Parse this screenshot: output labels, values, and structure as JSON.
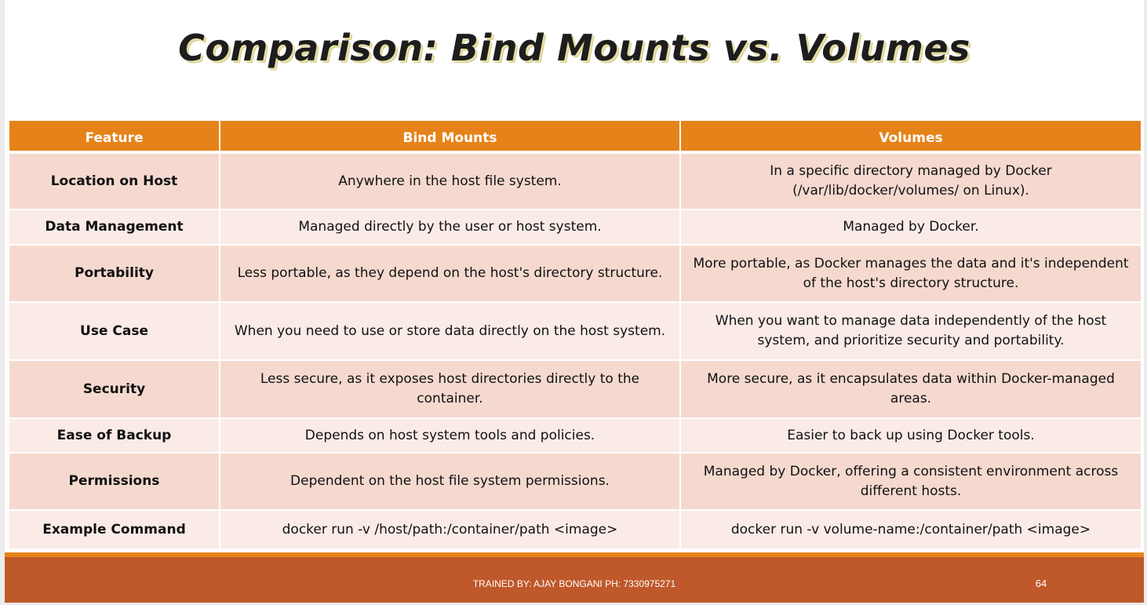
{
  "slide": {
    "title": "Comparison: Bind Mounts vs. Volumes",
    "headers": [
      "Feature",
      "Bind Mounts",
      "Volumes"
    ],
    "rows": [
      {
        "feature": "Location on Host",
        "bind": "Anywhere in the host file system.",
        "volume": "In a specific directory managed by Docker (/var/lib/docker/volumes/ on Linux)."
      },
      {
        "feature": "Data Management",
        "bind": "Managed directly by the user or host system.",
        "volume": "Managed by Docker."
      },
      {
        "feature": "Portability",
        "bind": "Less portable, as they depend on the host's directory structure.",
        "volume": "More portable, as Docker manages the data and it's independent of the host's directory structure."
      },
      {
        "feature": "Use Case",
        "bind": "When you need to use or store data directly on the host system.",
        "volume": "When you want to manage data independently of the host system, and prioritize security and portability."
      },
      {
        "feature": "Security",
        "bind": "Less secure, as it exposes host directories directly to the container.",
        "volume": "More secure, as it encapsulates data within Docker-managed areas."
      },
      {
        "feature": "Ease of Backup",
        "bind": "Depends on host system tools and policies.",
        "volume": "Easier to back up using Docker tools."
      },
      {
        "feature": "Permissions",
        "bind": "Dependent on the host file system permissions.",
        "volume": "Managed by Docker, offering a consistent environment across different hosts."
      },
      {
        "feature": "Example Command",
        "bind": "docker run -v /host/path:/container/path <image>",
        "volume": "docker run -v volume-name:/container/path <image>"
      }
    ],
    "footer": "TRAINED BY: AJAY BONGANI PH: 7330975271",
    "page_number": "64"
  },
  "colors": {
    "header_bg": "#e5831a",
    "row_dark": "#f5d9cf",
    "row_light": "#faebe7",
    "footer_bg": "#bf582a"
  }
}
